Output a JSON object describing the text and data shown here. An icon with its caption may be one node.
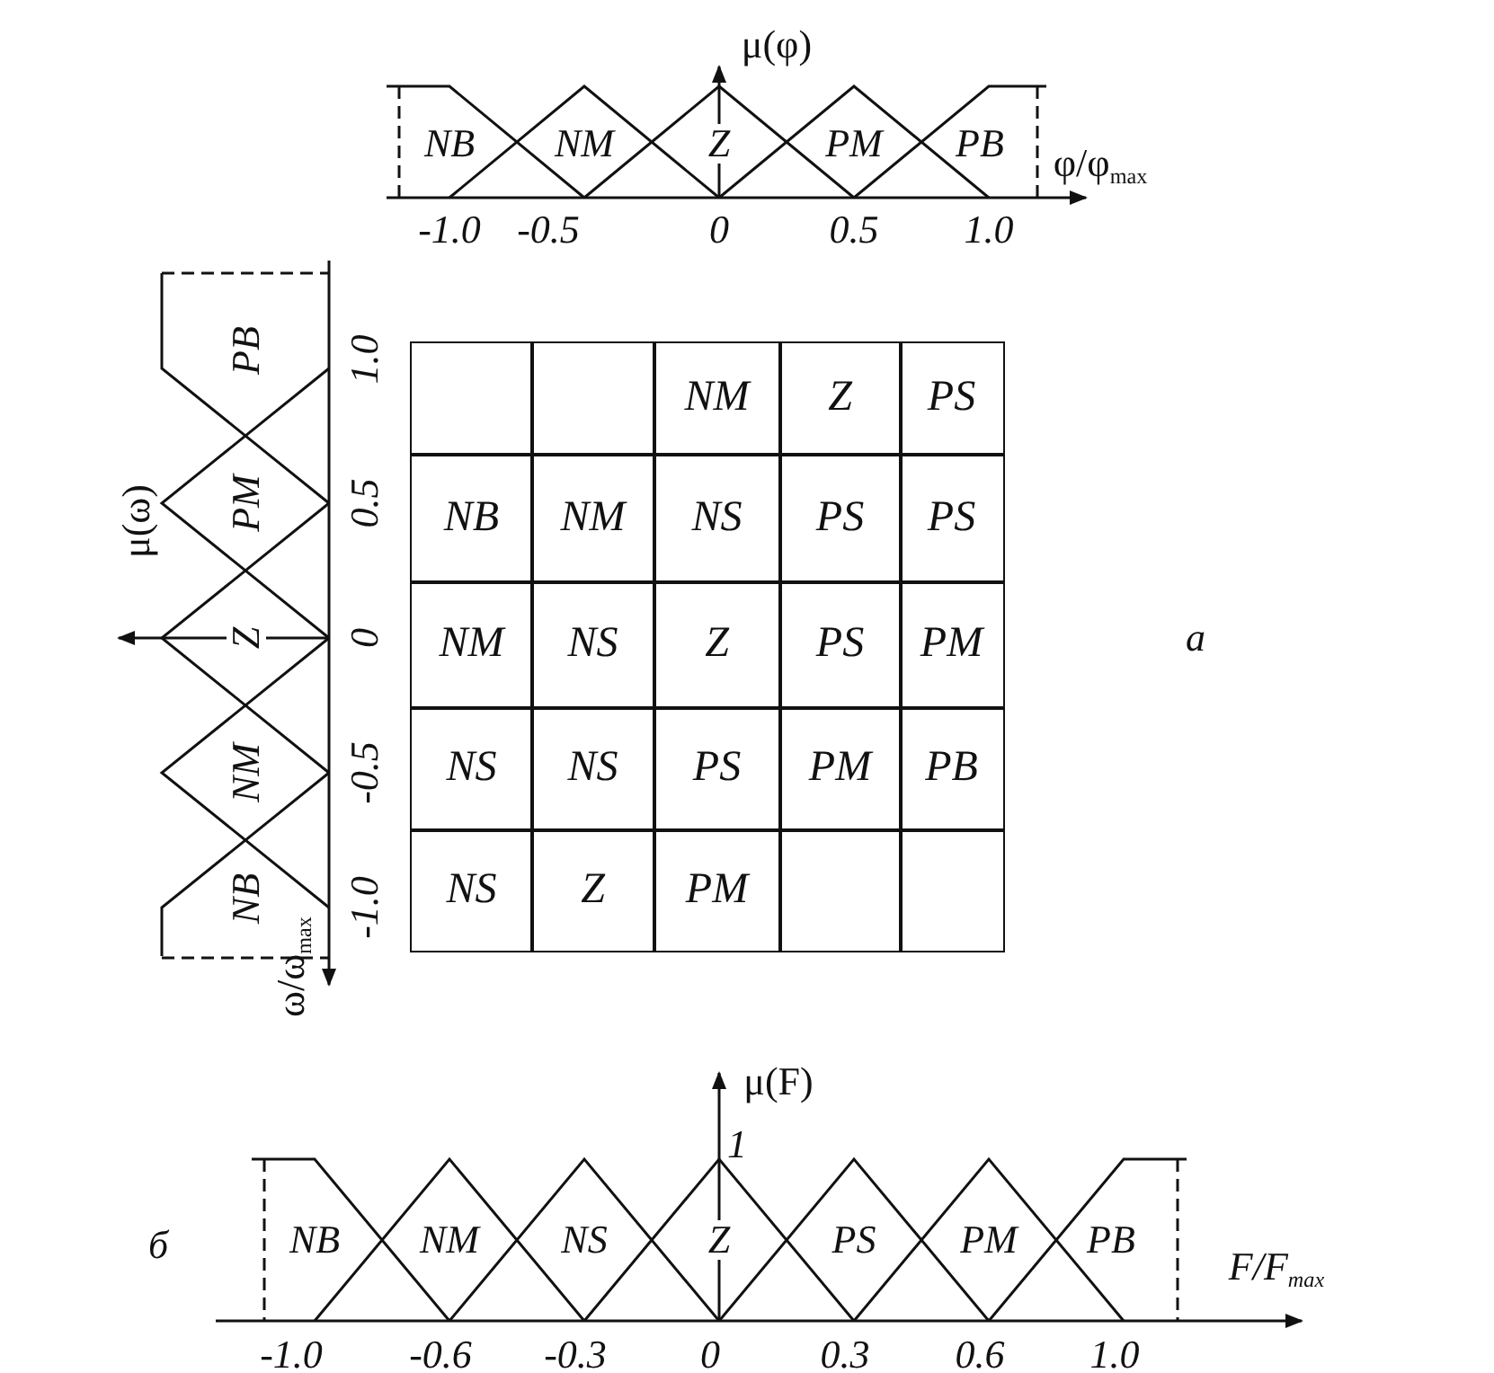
{
  "diagram": {
    "labels": [
      "μ(φ)",
      "NB",
      "NM",
      "Z",
      "PM",
      "PB",
      "φ/φ$_{max}$",
      "-1.0",
      "-0.5",
      "0",
      "0.5",
      "1.0",
      "μ(ω)",
      "PB",
      "PM",
      "Z",
      "NM",
      "NB",
      "1.0",
      "0.5",
      "0",
      "-0.5",
      "-1.0",
      "ω/ω$_{max}$",
      "NM",
      "Z",
      "PS",
      "NB",
      "NM",
      "NS",
      "PS",
      "PS",
      "NM",
      "NS",
      "Z",
      "PS",
      "PM",
      "NS",
      "NS",
      "PS",
      "PM",
      "PB",
      "NS",
      "Z",
      "PM",
      "а",
      "μ(F)",
      "1",
      "NB",
      "NM",
      "NS",
      "Z",
      "PS",
      "PM",
      "PB",
      "F/F$_{max}$",
      "-1.0",
      "-0.6",
      "-0.3",
      "0",
      "0.3",
      "0.6",
      "1.0",
      "б"
    ]
  }
}
